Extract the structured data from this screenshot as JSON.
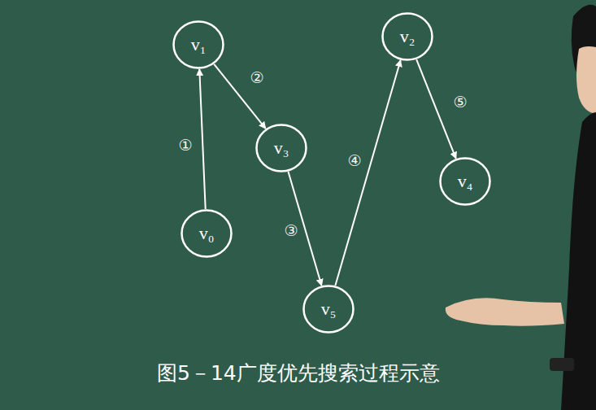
{
  "diagram": {
    "caption": "图5－14广度优先搜索过程示意",
    "nodes": [
      {
        "text": [
          "v₁"
        ]
      },
      {
        "text": [
          "v₂"
        ]
      },
      {
        "text": [
          "v₃"
        ]
      },
      {
        "text": [
          "v₄"
        ]
      },
      {
        "text": [
          "v₀"
        ]
      },
      {
        "text": [
          "v₅"
        ]
      }
    ],
    "edges": [
      {
        "from": 4,
        "to": 0,
        "arrow": "to",
        "label": "①"
      },
      {
        "from": 0,
        "to": 2,
        "arrow": "to",
        "label": "②"
      },
      {
        "from": 2,
        "to": 5,
        "arrow": "to",
        "label": "③"
      },
      {
        "from": 5,
        "to": 1,
        "arrow": "to",
        "label": "④"
      },
      {
        "from": 1,
        "to": 3,
        "arrow": "to",
        "label": "⑤"
      }
    ]
  }
}
